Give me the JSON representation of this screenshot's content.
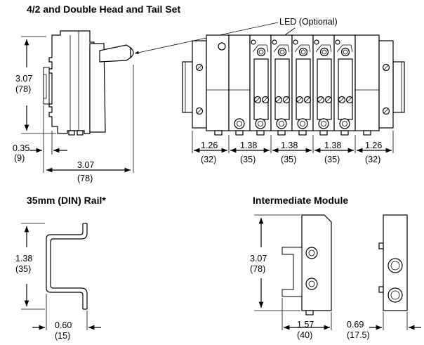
{
  "titles": {
    "head_tail_set": "4/2 and Double Head and Tail Set",
    "din_rail": "35mm (DIN) Rail*",
    "intermediate": "Intermediate Module"
  },
  "callouts": {
    "led": "LED (Optional)"
  },
  "dims": {
    "set_height_in": "3.07",
    "set_height_mm": "(78)",
    "set_offset_in": "0.35",
    "set_offset_mm": "(9)",
    "set_depth_in": "3.07",
    "set_depth_mm": "(78)",
    "head_width_in": "1.26",
    "head_width_mm": "(32)",
    "mod1_in": "1.38",
    "mod1_mm": "(35)",
    "mod2_in": "1.38",
    "mod2_mm": "(35)",
    "mod3_in": "1.38",
    "mod3_mm": "(35)",
    "tail_width_in": "1.26",
    "tail_width_mm": "(32)",
    "rail_height_in": "1.38",
    "rail_height_mm": "(35)",
    "rail_flange_in": "0.60",
    "rail_flange_mm": "(15)",
    "int_height_in": "3.07",
    "int_height_mm": "(78)",
    "int_depth_in": "1.57",
    "int_depth_mm": "(40)",
    "int_width_in": "0.69",
    "int_width_mm": "(17.5)"
  }
}
